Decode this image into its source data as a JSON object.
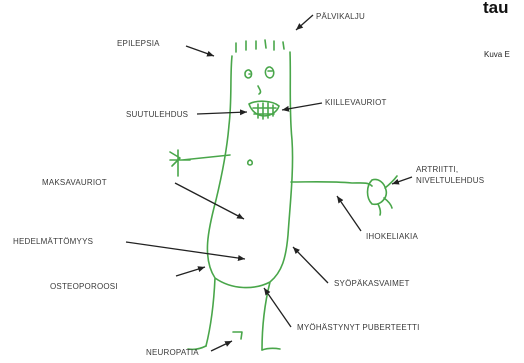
{
  "header": {
    "fragment": "tau",
    "caption": "Kuva E"
  },
  "labels": {
    "palvikalju": "PÄLVIKALJU",
    "epilepsia": "EPILEPSIA",
    "suutulehdus": "SUUTULEHDUS",
    "kiillevauriot": "KIILLEVAURIOT",
    "maksavauriot": "MAKSAVAURIOT",
    "artriitti_1": "ARTRIITTI,",
    "artriitti_2": "NIVELTULEHDUS",
    "hedelmattomyys": "HEDELMÄTTÖMYYS",
    "ihokeliakia": "IHOKELIAKIA",
    "osteoporoosi": "OSTEOPOROOSI",
    "syopakasvaimet": "SYÖPÄKASVAIMET",
    "myohastynyt": "MYÖHÄSTYNYT PUBERTEETTI",
    "neuropatia": "NEUROPATIA"
  },
  "colors": {
    "figure": "#49a64a",
    "text": "#3a3a3a",
    "arrow": "#222222"
  }
}
